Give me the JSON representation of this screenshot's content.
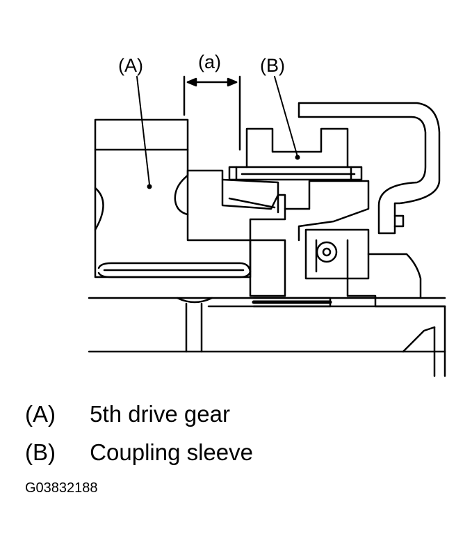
{
  "callouts": {
    "a_label": "(A)",
    "b_label": "(B)",
    "dim_label": "(a)"
  },
  "legend": [
    {
      "key": "(A)",
      "text": "5th drive gear"
    },
    {
      "key": "(B)",
      "text": "Coupling sleeve"
    }
  ],
  "figure_id": "G03832188"
}
